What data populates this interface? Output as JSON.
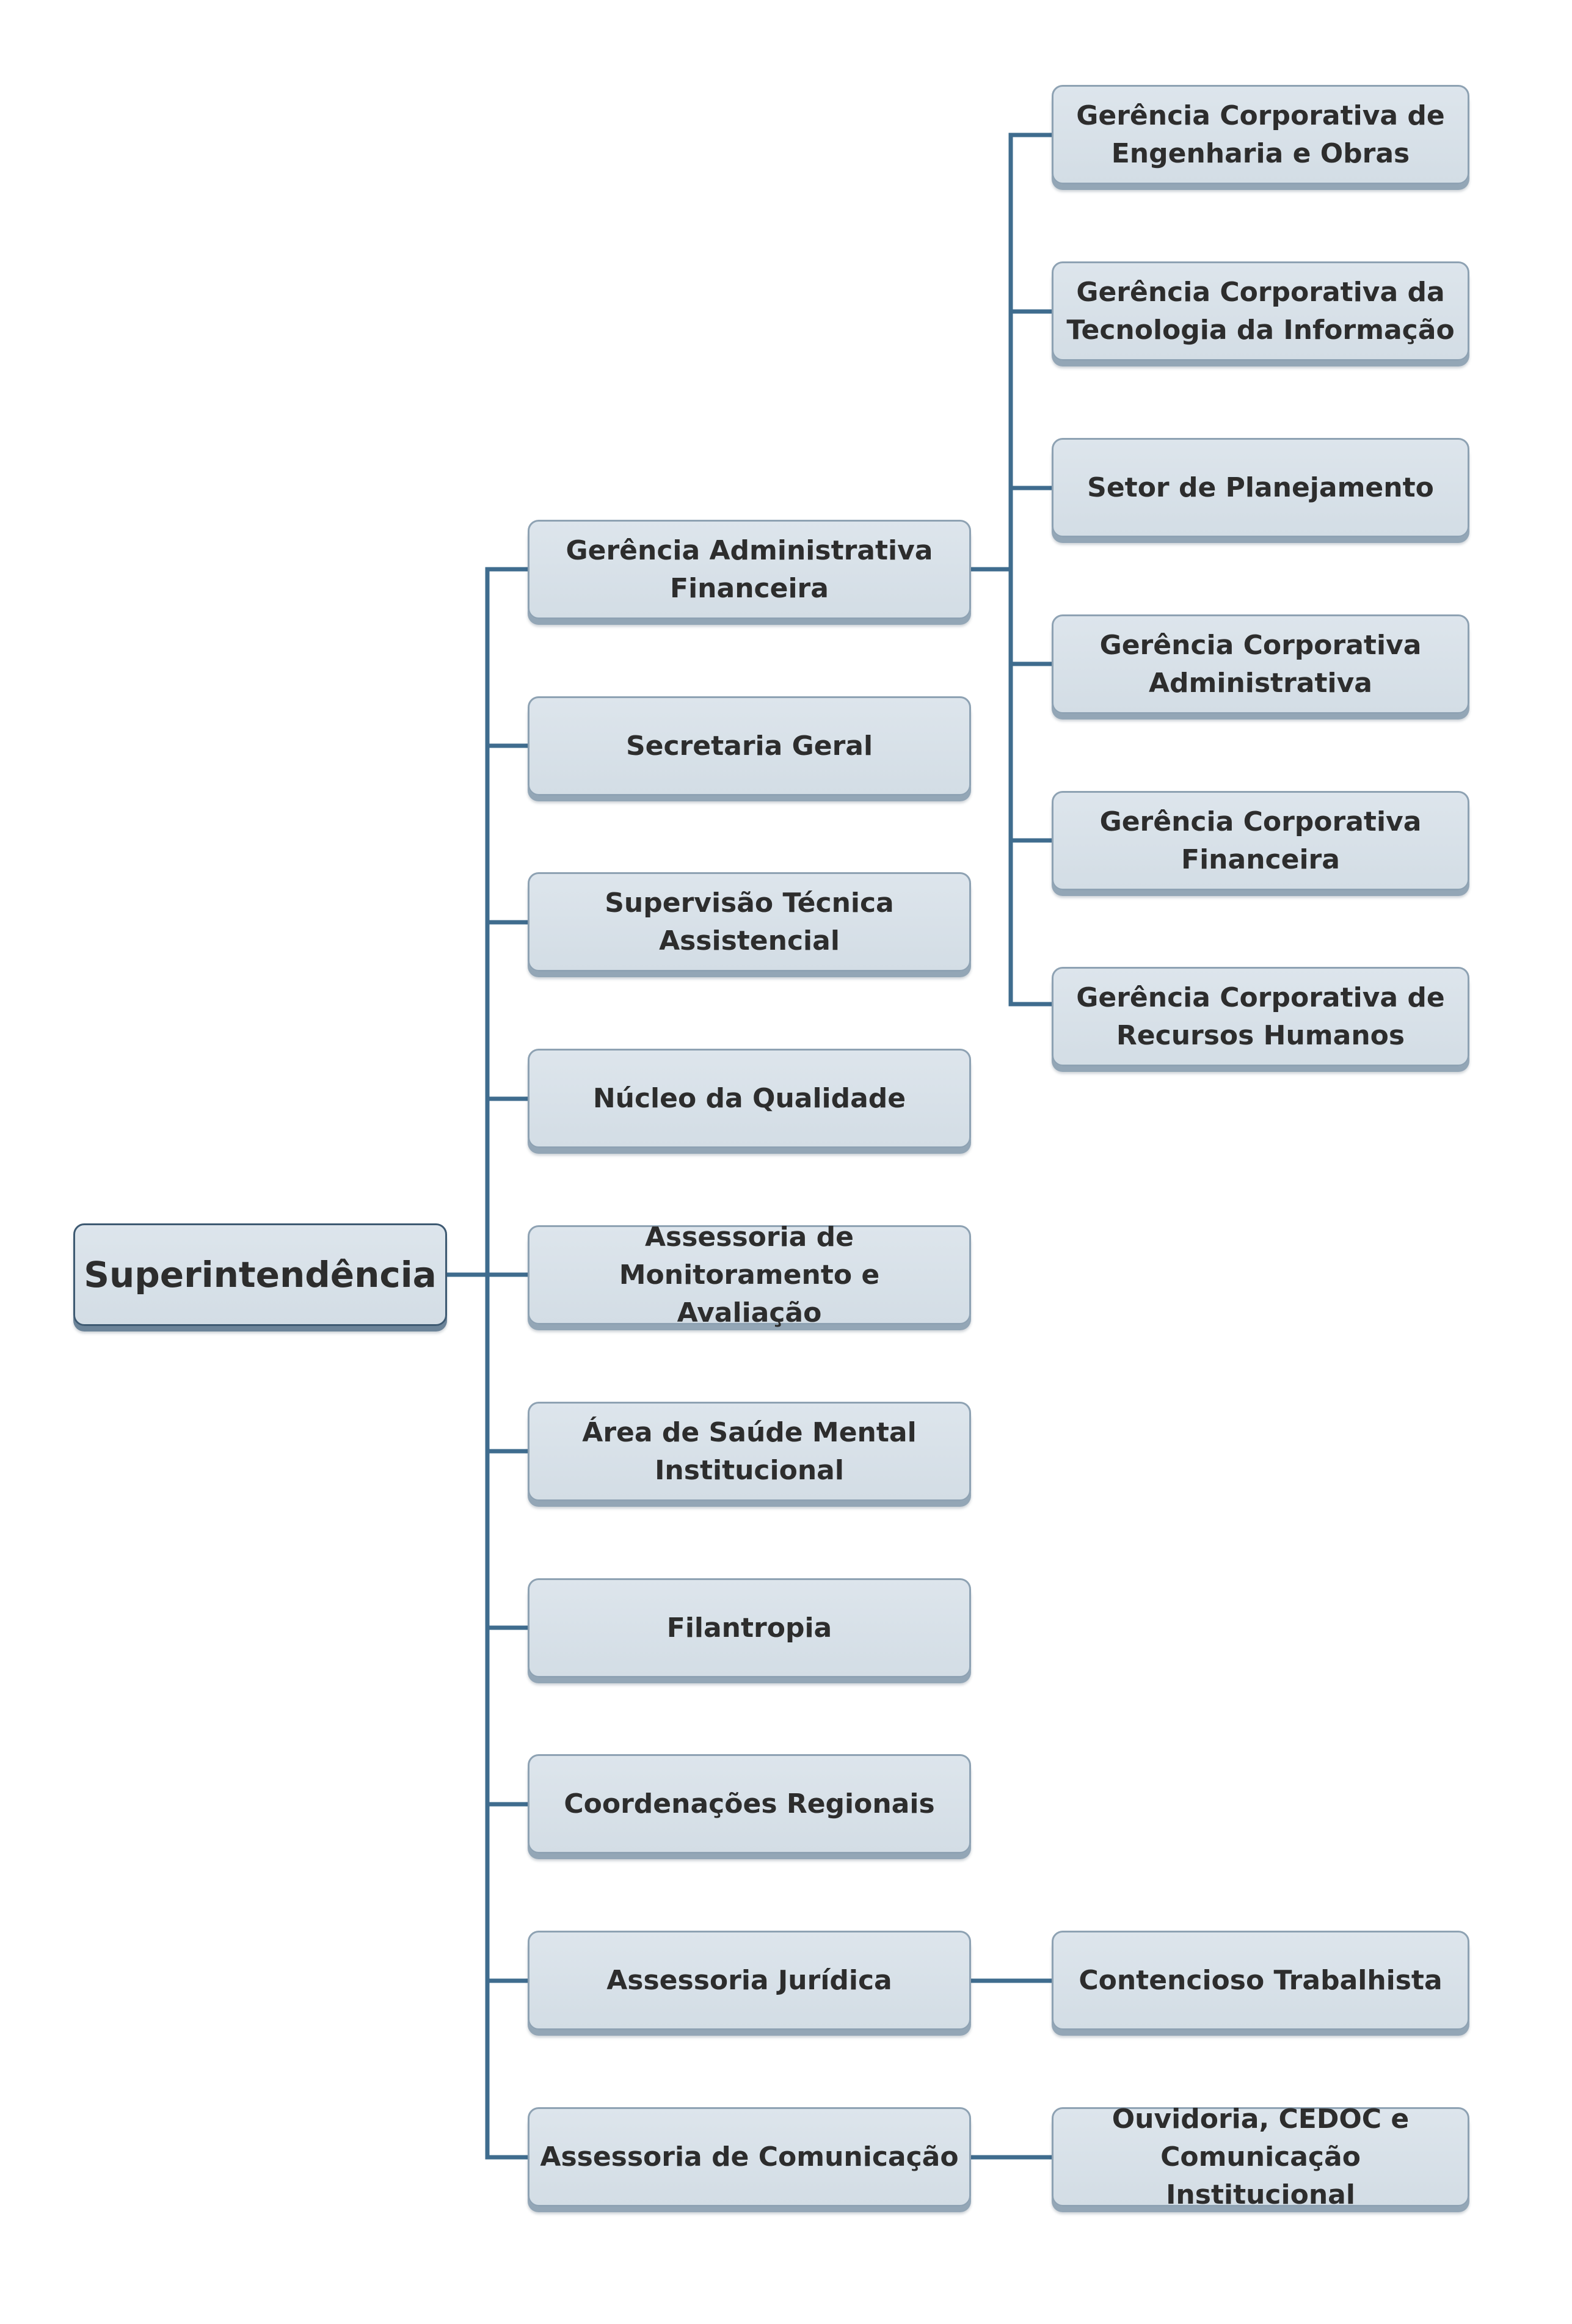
{
  "root": {
    "label": "Superintendência"
  },
  "level1": [
    {
      "label": "Gerência Administrativa\nFinanceira"
    },
    {
      "label": "Secretaria Geral"
    },
    {
      "label": "Supervisão Técnica\nAssistencial"
    },
    {
      "label": "Núcleo da Qualidade"
    },
    {
      "label": "Assessoria de Monitoramento e\nAvaliação"
    },
    {
      "label": "Área de Saúde Mental\nInstitucional"
    },
    {
      "label": "Filantropia"
    },
    {
      "label": "Coordenações Regionais"
    },
    {
      "label": "Assessoria Jurídica"
    },
    {
      "label": "Assessoria de Comunicação"
    }
  ],
  "gaf_children": [
    {
      "label": "Gerência Corporativa de\nEngenharia e Obras"
    },
    {
      "label": "Gerência Corporativa da\nTecnologia da Informação"
    },
    {
      "label": "Setor de Planejamento"
    },
    {
      "label": "Gerência Corporativa\nAdministrativa"
    },
    {
      "label": "Gerência Corporativa\nFinanceira"
    },
    {
      "label": "Gerência Corporativa de\nRecursos Humanos"
    }
  ],
  "juridica_child": {
    "label": "Contencioso Trabalhista"
  },
  "comunicacao_child": {
    "label": "Ouvidoria, CEDOC e\nComunicação Institucional"
  },
  "colors": {
    "connector": "#3f6c8e",
    "node_fill": "#d8e1e8",
    "node_border": "#8ea2b3",
    "root_border": "#3e5a72",
    "text": "#2d2d2d"
  }
}
